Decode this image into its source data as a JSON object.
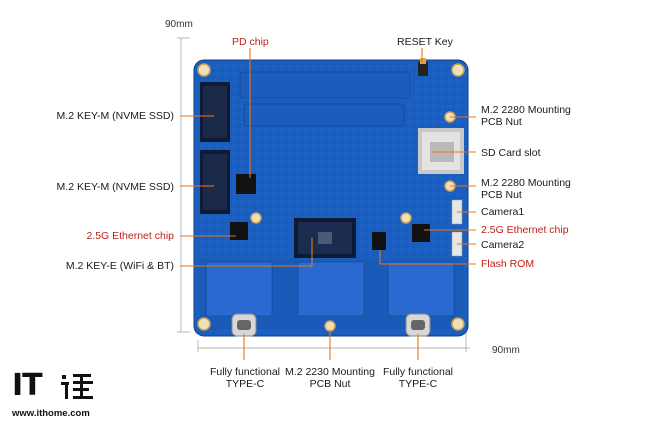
{
  "dimensions": {
    "top": "90mm",
    "bottom": "90mm"
  },
  "labels": {
    "pd_chip": "PD chip",
    "reset_key": "RESET Key",
    "m2_key_m_1": "M.2 KEY-M (NVME SSD)",
    "m2_key_m_2": "M.2 KEY-M (NVME SSD)",
    "eth_chip_left": "2.5G Ethernet chip",
    "m2_key_e": "M.2 KEY-E (WiFi & BT)",
    "nut_2280_1_line1": "M.2 2280 Mounting",
    "nut_2280_1_line2": "PCB Nut",
    "sd_card": "SD Card slot",
    "nut_2280_2_line1": "M.2 2280 Mounting",
    "nut_2280_2_line2": "PCB Nut",
    "camera1": "Camera1",
    "eth_chip_right": "2.5G Ethernet chip",
    "camera2": "Camera2",
    "flash_rom": "Flash ROM",
    "typec_left_line1": "Fully functional",
    "typec_left_line2": "TYPE-C",
    "nut_2230_line1": "M.2 2230 Mounting",
    "nut_2230_line2": "PCB Nut",
    "typec_right_line1": "Fully functional",
    "typec_right_line2": "TYPE-C"
  },
  "logo": {
    "text": "IT",
    "url": "www.ithome.com"
  },
  "colors": {
    "pcb": "#1a5fc0",
    "pcb_dark": "#14489a",
    "leader": "#e8761e",
    "red_text": "#c0201b",
    "gold": "#d8b26a"
  }
}
